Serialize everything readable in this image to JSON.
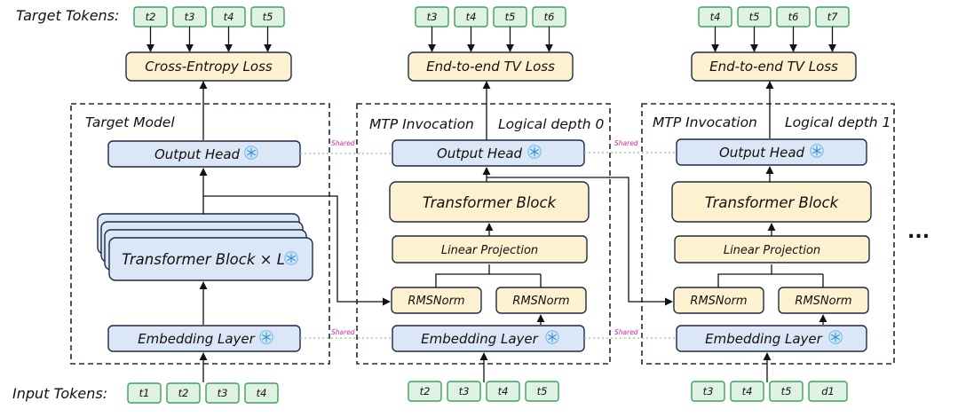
{
  "labels": {
    "target_tokens": "Target Tokens:",
    "input_tokens": "Input Tokens:",
    "ellipsis": "...",
    "shared": "Shared"
  },
  "columns": [
    {
      "header_left": "Target Model",
      "header_right": "",
      "loss": "Cross-Entropy Loss",
      "output_head": "Output Head",
      "transformer_block": "Transformer Block × L",
      "embedding": "Embedding Layer",
      "target_tokens": [
        "t2",
        "t3",
        "t4",
        "t5"
      ],
      "input_tokens": [
        "t1",
        "t2",
        "t3",
        "t4"
      ]
    },
    {
      "header_left": "MTP Invocation",
      "header_right": "Logical depth 0",
      "loss": "End-to-end TV Loss",
      "output_head": "Output Head",
      "transformer_block": "Transformer Block",
      "linear_projection": "Linear Projection",
      "rmsnorm_left": "RMSNorm",
      "rmsnorm_right": "RMSNorm",
      "embedding": "Embedding Layer",
      "target_tokens": [
        "t3",
        "t4",
        "t5",
        "t6"
      ],
      "input_tokens": [
        "t2",
        "t3",
        "t4",
        "t5"
      ]
    },
    {
      "header_left": "MTP Invocation",
      "header_right": "Logical depth 1",
      "loss": "End-to-end TV Loss",
      "output_head": "Output Head",
      "transformer_block": "Transformer Block",
      "linear_projection": "Linear Projection",
      "rmsnorm_left": "RMSNorm",
      "rmsnorm_right": "RMSNorm",
      "embedding": "Embedding Layer",
      "target_tokens": [
        "t4",
        "t5",
        "t6",
        "t7"
      ],
      "input_tokens": [
        "t3",
        "t4",
        "t5",
        "d1"
      ]
    }
  ],
  "colors": {
    "token_fill": "#dff2e3",
    "token_stroke": "#3aa35a",
    "loss_fill": "#fdf1cf",
    "loss_stroke": "#1e2a44",
    "blue_fill": "#dbe6f6",
    "yellow_fill": "#fdf1cf",
    "frame_stroke": "#1e2a44",
    "shared_line": "#7fcf8f",
    "shared_text": "#e0249a",
    "icon": "#6fb7e6"
  },
  "icons": {
    "frozen": "snowflake-icon"
  }
}
